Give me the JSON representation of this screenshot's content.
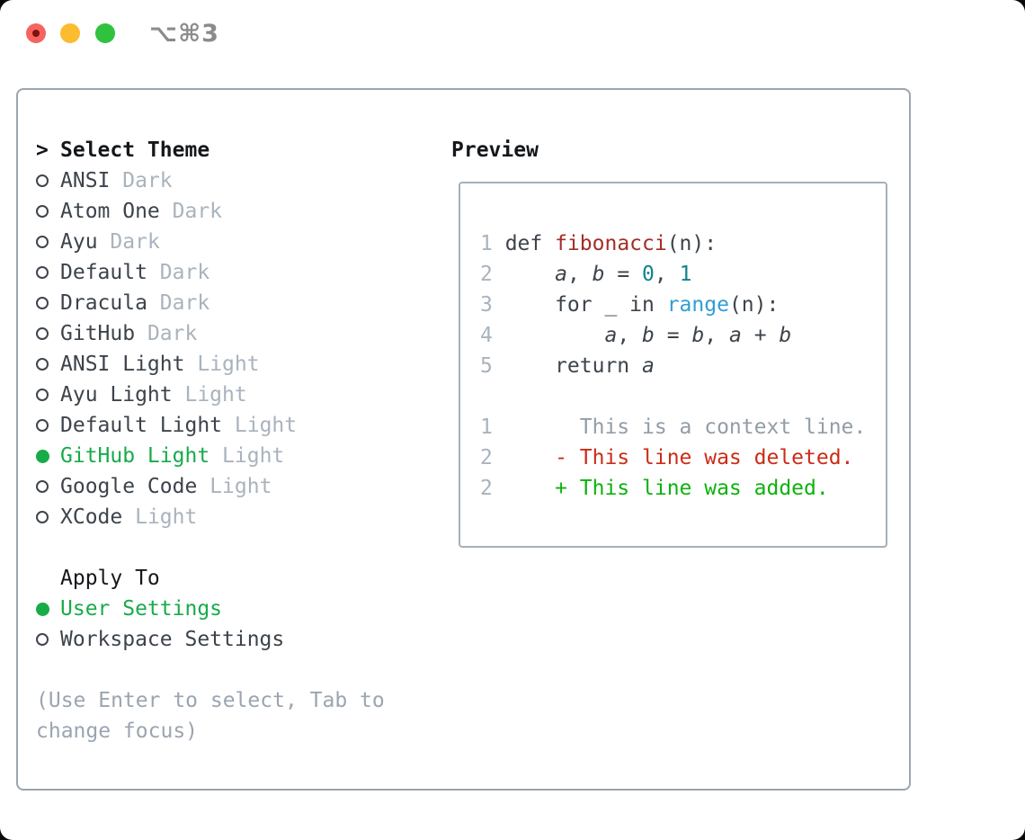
{
  "window": {
    "title": "⌥⌘3",
    "traffic_lights": {
      "red": "#f5645d",
      "yellow": "#fcbc2f",
      "green": "#2fc23e"
    }
  },
  "colors": {
    "selection_green": "#17ab49",
    "frame_border": "#9ba5ae",
    "dim_text": "#a9b3bd",
    "ink": "#14171b",
    "item_text": "#3c434b",
    "hint_text": "#9aa5b1",
    "code_function_red": "#a32d28",
    "code_number_teal": "#11818f",
    "code_builtin_blue": "#2f9fd4",
    "diff_context_gray": "#929da7",
    "diff_deleted_red": "#cb2b16",
    "diff_added_green": "#0db20d"
  },
  "theme_picker": {
    "prompt": ">",
    "header": "Select Theme",
    "themes": [
      {
        "name": "ANSI",
        "variant": "Dark",
        "selected": false
      },
      {
        "name": "Atom One",
        "variant": "Dark",
        "selected": false
      },
      {
        "name": "Ayu",
        "variant": "Dark",
        "selected": false
      },
      {
        "name": "Default",
        "variant": "Dark",
        "selected": false
      },
      {
        "name": "Dracula",
        "variant": "Dark",
        "selected": false
      },
      {
        "name": "GitHub",
        "variant": "Dark",
        "selected": false
      },
      {
        "name": "ANSI Light",
        "variant": "Light",
        "selected": false
      },
      {
        "name": "Ayu Light",
        "variant": "Light",
        "selected": false
      },
      {
        "name": "Default Light",
        "variant": "Light",
        "selected": false
      },
      {
        "name": "GitHub Light",
        "variant": "Light",
        "selected": true
      },
      {
        "name": "Google Code",
        "variant": "Light",
        "selected": false
      },
      {
        "name": "XCode",
        "variant": "Light",
        "selected": false
      }
    ],
    "apply_to": {
      "header": "Apply To",
      "options": [
        {
          "label": "User Settings",
          "selected": true
        },
        {
          "label": "Workspace Settings",
          "selected": false
        }
      ]
    },
    "hint": "(Use Enter to select, Tab to change focus)"
  },
  "preview": {
    "header": "Preview",
    "code_lines": [
      {
        "num": "1",
        "tokens": [
          {
            "t": "def ",
            "c": "default"
          },
          {
            "t": "fibonacci",
            "c": "func"
          },
          {
            "t": "(n):",
            "c": "default"
          }
        ]
      },
      {
        "num": "2",
        "tokens": [
          {
            "t": "    ",
            "c": "default"
          },
          {
            "t": "a",
            "c": "var"
          },
          {
            "t": ", ",
            "c": "default"
          },
          {
            "t": "b",
            "c": "var"
          },
          {
            "t": " = ",
            "c": "default"
          },
          {
            "t": "0",
            "c": "num"
          },
          {
            "t": ", ",
            "c": "default"
          },
          {
            "t": "1",
            "c": "num"
          }
        ]
      },
      {
        "num": "3",
        "tokens": [
          {
            "t": "    for _ in ",
            "c": "default"
          },
          {
            "t": "range",
            "c": "builtin"
          },
          {
            "t": "(n):",
            "c": "default"
          }
        ]
      },
      {
        "num": "4",
        "tokens": [
          {
            "t": "        ",
            "c": "default"
          },
          {
            "t": "a",
            "c": "var"
          },
          {
            "t": ", ",
            "c": "default"
          },
          {
            "t": "b",
            "c": "var"
          },
          {
            "t": " = ",
            "c": "default"
          },
          {
            "t": "b",
            "c": "var"
          },
          {
            "t": ", ",
            "c": "default"
          },
          {
            "t": "a",
            "c": "var"
          },
          {
            "t": " + ",
            "c": "default"
          },
          {
            "t": "b",
            "c": "var"
          }
        ]
      },
      {
        "num": "5",
        "tokens": [
          {
            "t": "    return ",
            "c": "default"
          },
          {
            "t": "a",
            "c": "var"
          }
        ]
      }
    ],
    "diff_lines": [
      {
        "num": "1",
        "tokens": [
          {
            "t": "      This is a context line.",
            "c": "context"
          }
        ]
      },
      {
        "num": "2",
        "tokens": [
          {
            "t": "    - This line was deleted.",
            "c": "deleted"
          }
        ]
      },
      {
        "num": "2",
        "tokens": [
          {
            "t": "    + This line was added.",
            "c": "added"
          }
        ]
      }
    ]
  }
}
